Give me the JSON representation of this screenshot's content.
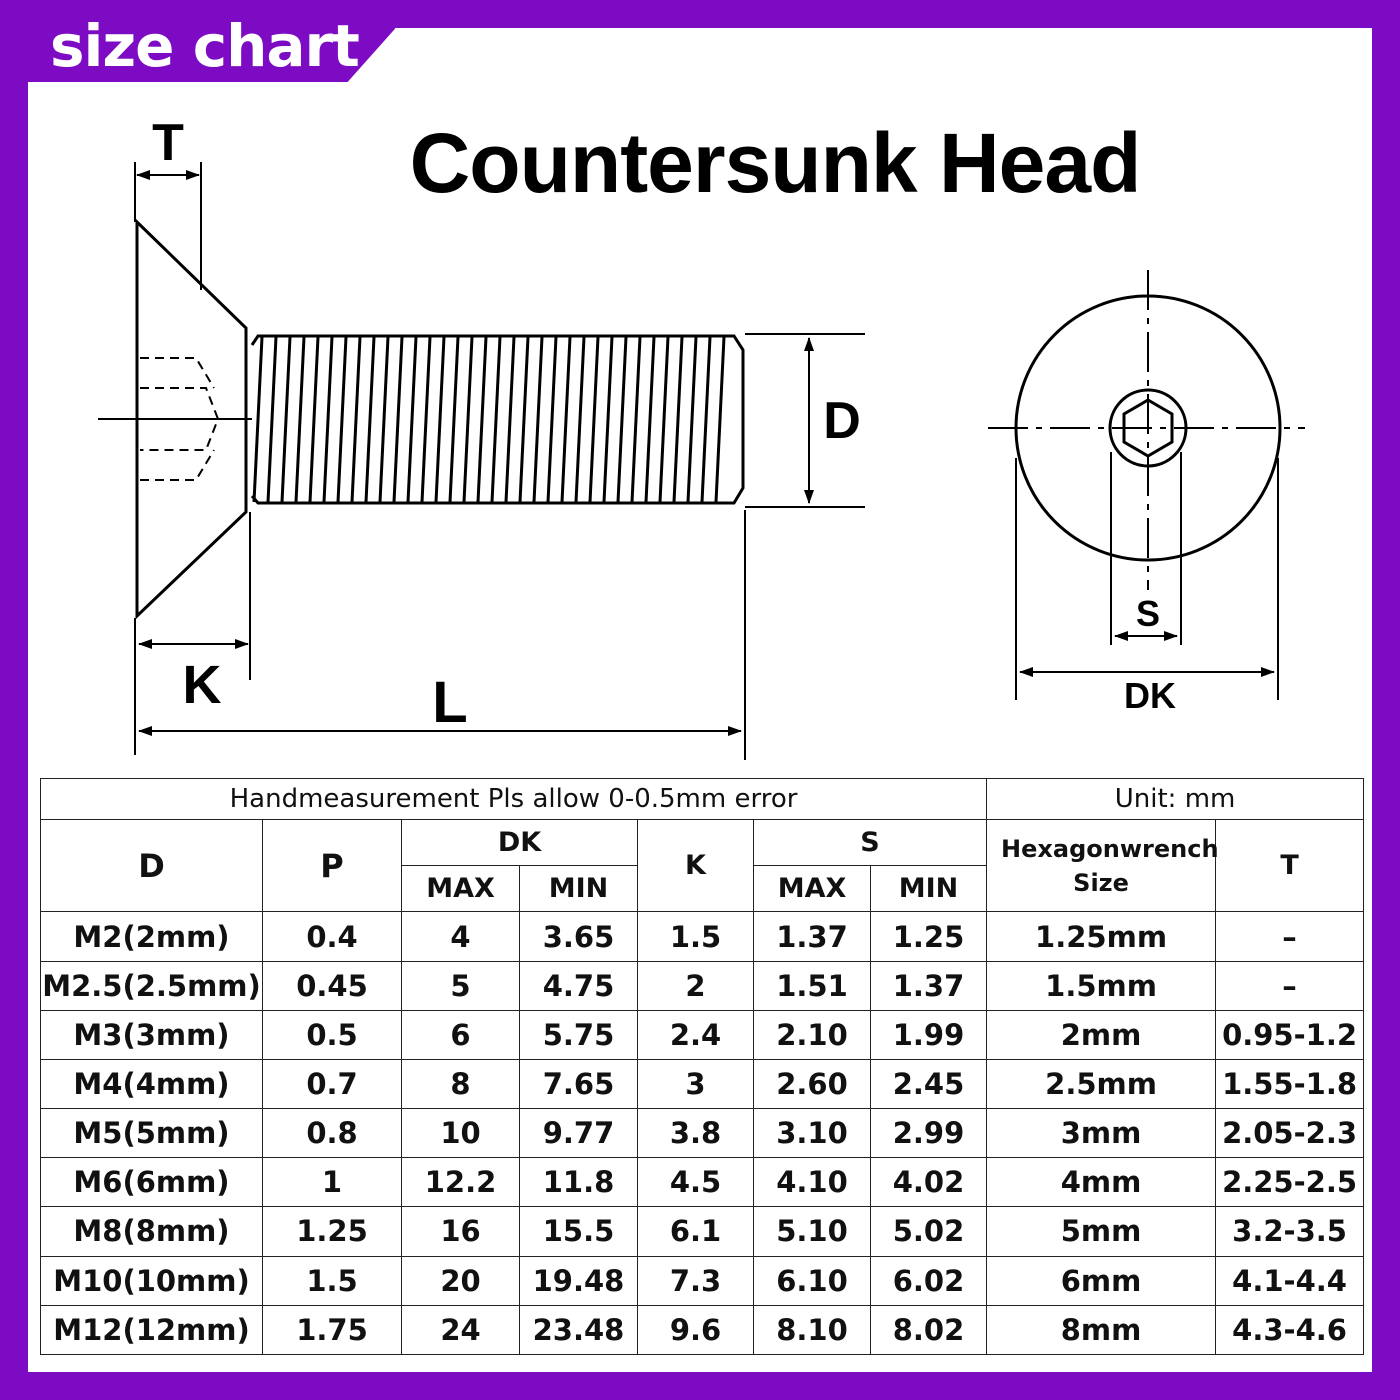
{
  "banner": {
    "label": "size chart"
  },
  "title": "Countersunk Head",
  "diagram": {
    "labels": {
      "T": "T",
      "K": "K",
      "L": "L",
      "D": "D",
      "S": "S",
      "DK": "DK"
    }
  },
  "table": {
    "note": "Handmeasurement Pls allow 0-0.5mm error",
    "unit": "Unit:  mm",
    "headers": {
      "D": "D",
      "P": "P",
      "DK": "DK",
      "K": "K",
      "S": "S",
      "hex": "Hexagonwrench Size",
      "T": "T",
      "max": "MAX",
      "min": "MIN"
    },
    "rows": [
      [
        "M2(2mm)",
        "0.4",
        "4",
        "3.65",
        "1.5",
        "1.37",
        "1.25",
        "1.25mm",
        "–"
      ],
      [
        "M2.5(2.5mm)",
        "0.45",
        "5",
        "4.75",
        "2",
        "1.51",
        "1.37",
        "1.5mm",
        "–"
      ],
      [
        "M3(3mm)",
        "0.5",
        "6",
        "5.75",
        "2.4",
        "2.10",
        "1.99",
        "2mm",
        "0.95-1.2"
      ],
      [
        "M4(4mm)",
        "0.7",
        "8",
        "7.65",
        "3",
        "2.60",
        "2.45",
        "2.5mm",
        "1.55-1.8"
      ],
      [
        "M5(5mm)",
        "0.8",
        "10",
        "9.77",
        "3.8",
        "3.10",
        "2.99",
        "3mm",
        "2.05-2.3"
      ],
      [
        "M6(6mm)",
        "1",
        "12.2",
        "11.8",
        "4.5",
        "4.10",
        "4.02",
        "4mm",
        "2.25-2.5"
      ],
      [
        "M8(8mm)",
        "1.25",
        "16",
        "15.5",
        "6.1",
        "5.10",
        "5.02",
        "5mm",
        "3.2-3.5"
      ],
      [
        "M10(10mm)",
        "1.5",
        "20",
        "19.48",
        "7.3",
        "6.10",
        "6.02",
        "6mm",
        "4.1-4.4"
      ],
      [
        "M12(12mm)",
        "1.75",
        "24",
        "23.48",
        "9.6",
        "8.10",
        "8.02",
        "8mm",
        "4.3-4.6"
      ]
    ]
  }
}
